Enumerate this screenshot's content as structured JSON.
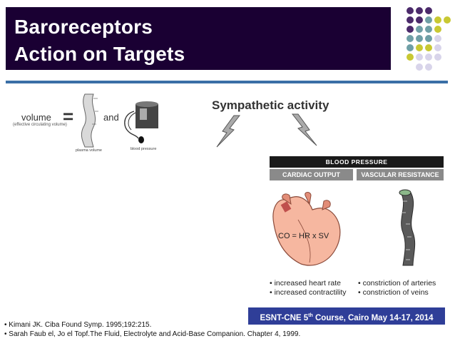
{
  "slide": {
    "title_line1": "Baroreceptors",
    "title_line2": "Action on Targets",
    "accent_colors": {
      "title_bg": "#1a0033",
      "rule": "#3a6fa6",
      "purple": "#4b2a6b",
      "teal": "#6f9fa6",
      "yellow": "#c8c832",
      "lavender": "#d8d4ea"
    }
  },
  "left_diagram": {
    "volume_label": "volume",
    "volume_sub": "(effective circulating volume)",
    "equals": "=",
    "and_label": "and",
    "plasma_label": "plasma volume",
    "bp_label": "blood pressure"
  },
  "right_diagram": {
    "sympathetic_label": "Sympathetic activity",
    "blood_pressure_header": "BLOOD PRESSURE",
    "cardiac_output_header": "CARDIAC OUTPUT",
    "vascular_resistance_header": "VASCULAR RESISTANCE",
    "co_formula": "CO = HR x SV",
    "bullets_left": [
      "• increased heart rate",
      "• increased contractility"
    ],
    "bullets_right": [
      "• constriction of arteries",
      "• constriction of veins"
    ]
  },
  "footer": {
    "conference_prefix": "ESNT-CNE 5",
    "conference_sup": "th",
    "conference_suffix": " Course, Cairo May 14-17, 2014",
    "references": [
      "• Kimani JK. Ciba Found Symp. 1995;192:215.",
      "• Sarah Faub el, Jo el Topf.The Fluid, Electrolyte and Acid-Base Companion. Chapter 4, 1999."
    ]
  }
}
